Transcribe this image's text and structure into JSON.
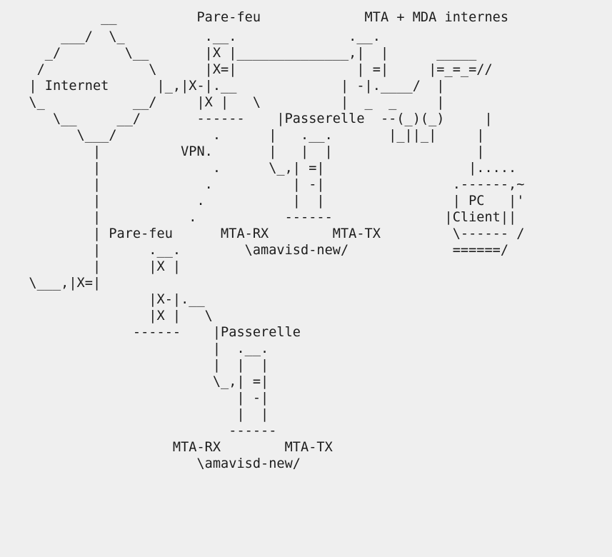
{
  "diagram": {
    "lines": [
      "           __          Pare-feu             MTA + MDA internes",
      "      ___/  \\_          .__.              .__.",
      "    _/        \\__       |X |______________,|  |      _____",
      "   /             \\      |X=|               | =|     |=_=_=//",
      "  | Internet      |_,|X-|.__             | -|.____/  |",
      "  \\_           __/     |X |   \\          |  _  _     |",
      "     \\__     __/       ------    |Passerelle  --(_)(_)     |",
      "        \\___/            .      |   .__.       |_||_|     |",
      "          |          VPN.       |   |  |                  |",
      "          |              .      \\_,| =|                  |.....",
      "          |             .          | -|                .------,~",
      "          |            .           |  |                | PC   |'",
      "          |           .           ------              |Client||",
      "          | Pare-feu      MTA-RX        MTA-TX         \\------ /",
      "          |      .__.        \\amavisd-new/             ======/",
      "          |      |X |",
      "  \\___,|X=|",
      "                 |X-|.__",
      "                 |X |   \\",
      "               ------    |Passerelle",
      "                         |  .__.",
      "                         |  |  |",
      "                         \\_,| =|",
      "                            | -|",
      "                            |  |",
      "                           ------",
      "                    MTA-RX        MTA-TX",
      "                       \\amavisd-new/"
    ]
  }
}
